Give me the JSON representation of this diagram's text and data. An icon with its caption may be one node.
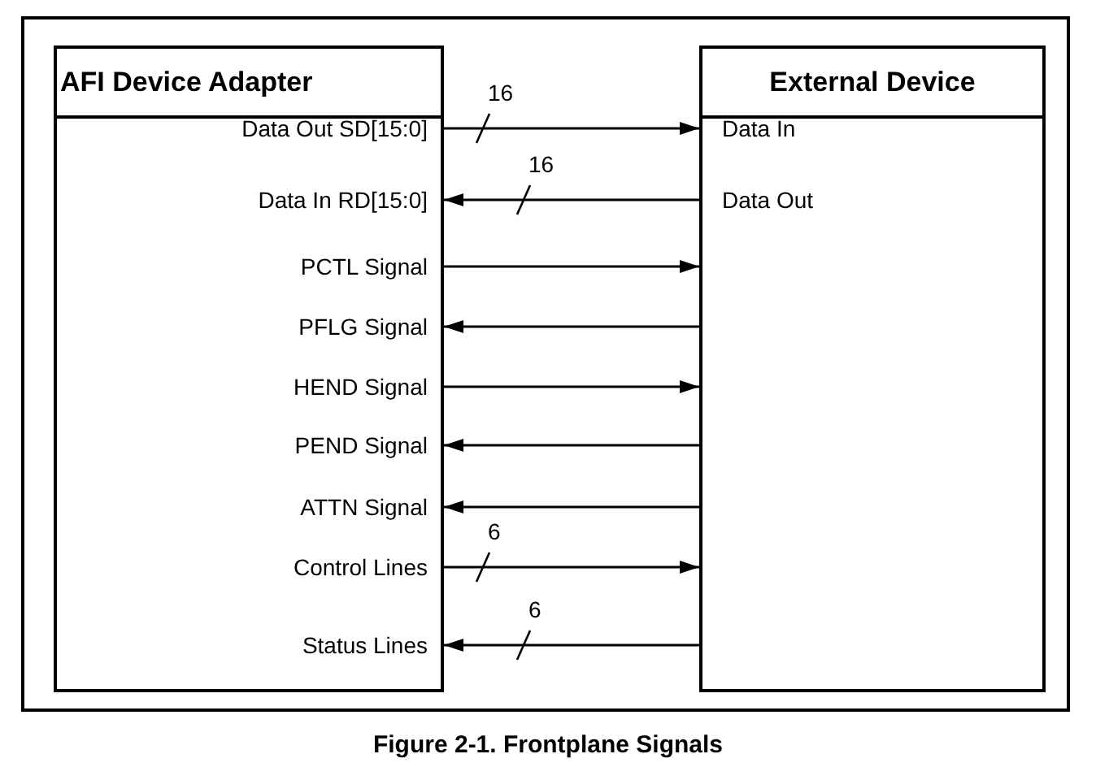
{
  "diagram": {
    "caption": "Figure 2-1. Frontplane Signals",
    "nodes": [
      {
        "text": [
          "AFI Device Adapter"
        ]
      },
      {
        "text": [
          "External Device"
        ]
      },
      {
        "text": [
          "Data Out SD[15:0]"
        ],
        "in": 0
      },
      {
        "text": [
          "Data In RD[15:0]"
        ],
        "in": 0
      },
      {
        "text": [
          "PCTL Signal"
        ],
        "in": 0
      },
      {
        "text": [
          "PFLG Signal"
        ],
        "in": 0
      },
      {
        "text": [
          "HEND Signal"
        ],
        "in": 0
      },
      {
        "text": [
          "PEND Signal"
        ],
        "in": 0
      },
      {
        "text": [
          "ATTN Signal"
        ],
        "in": 0
      },
      {
        "text": [
          "Control Lines"
        ],
        "in": 0
      },
      {
        "text": [
          "Status Lines"
        ],
        "in": 0
      },
      {
        "text": [
          "Data In"
        ],
        "in": 1
      },
      {
        "text": [
          "Data Out"
        ],
        "in": 1
      }
    ],
    "edges": [
      {
        "from": 2,
        "to": 11,
        "arrow": "to",
        "label": "16"
      },
      {
        "from": 12,
        "to": 3,
        "arrow": "to",
        "label": "16"
      },
      {
        "from": 4,
        "to": 1,
        "arrow": "to"
      },
      {
        "from": 1,
        "to": 5,
        "arrow": "to"
      },
      {
        "from": 6,
        "to": 1,
        "arrow": "to"
      },
      {
        "from": 1,
        "to": 7,
        "arrow": "to"
      },
      {
        "from": 1,
        "to": 8,
        "arrow": "to"
      },
      {
        "from": 9,
        "to": 1,
        "arrow": "to",
        "label": "6"
      },
      {
        "from": 1,
        "to": 10,
        "arrow": "to",
        "label": "6"
      }
    ]
  }
}
